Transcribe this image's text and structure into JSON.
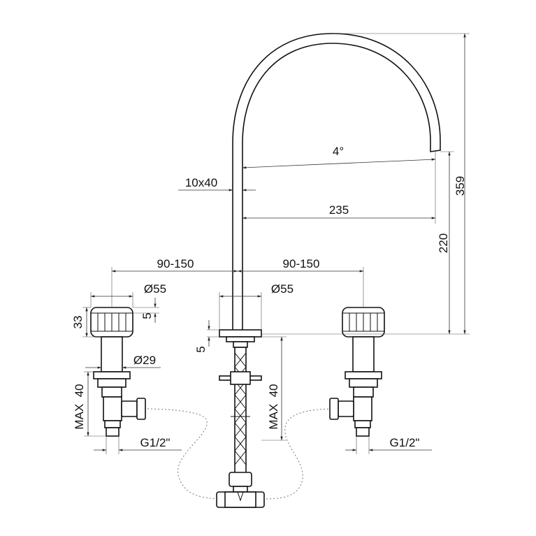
{
  "dimensions": {
    "overall_height": "359",
    "spout_height": "220",
    "spout_reach": "235",
    "spout_angle": "4°",
    "spout_section": "10x40",
    "spacing_left": "90-150",
    "spacing_right": "90-150",
    "handle_diameter": "Ø55",
    "base_diameter": "Ø55",
    "body_diameter": "Ø29",
    "handle_height": "33",
    "handle_rim": "5",
    "base_thickness": "5",
    "max_deck_left": "MAX  40",
    "max_deck_center": "MAX  40",
    "thread_left": "G1/2\"",
    "thread_right": "G1/2\""
  }
}
